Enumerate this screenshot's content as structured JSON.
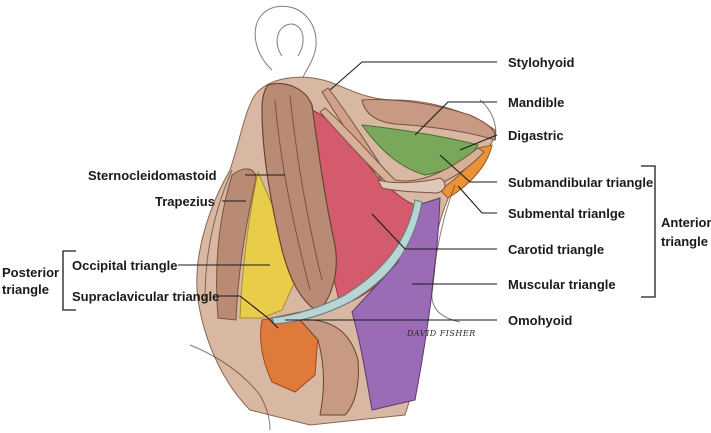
{
  "labels": {
    "stylohyoid": "Stylohyoid",
    "mandible": "Mandible",
    "digastric": "Digastric",
    "submandibular_triangle": "Submandibular triangle",
    "submental_triangle": "Submental trianlge",
    "carotid_triangle": "Carotid triangle",
    "muscular_triangle": "Muscular triangle",
    "omohyoid": "Omohyoid",
    "sternocleidomastoid": "Sternocleidomastoid",
    "trapezius": "Trapezius",
    "occipital_triangle": "Occipital triangle",
    "supraclavicular_triangle": "Supraclavicular triangle"
  },
  "groups": {
    "anterior_line1": "Anterior",
    "anterior_line2": "triangle",
    "posterior_line1": "Posterior",
    "posterior_line2": "triangle"
  },
  "signature": "DAVID FISHER",
  "colors": {
    "skin": "#c9a48e",
    "muscle": "#b98a74",
    "carotid_triangle": "#d45a6e",
    "muscular_triangle": "#9b6bb5",
    "submandibular_triangle": "#7aa85a",
    "submental_triangle": "#e8923a",
    "occipital_triangle": "#e8cc4a",
    "supraclavicular_triangle": "#e07a3a",
    "omohyoid": "#b8d4d4"
  }
}
